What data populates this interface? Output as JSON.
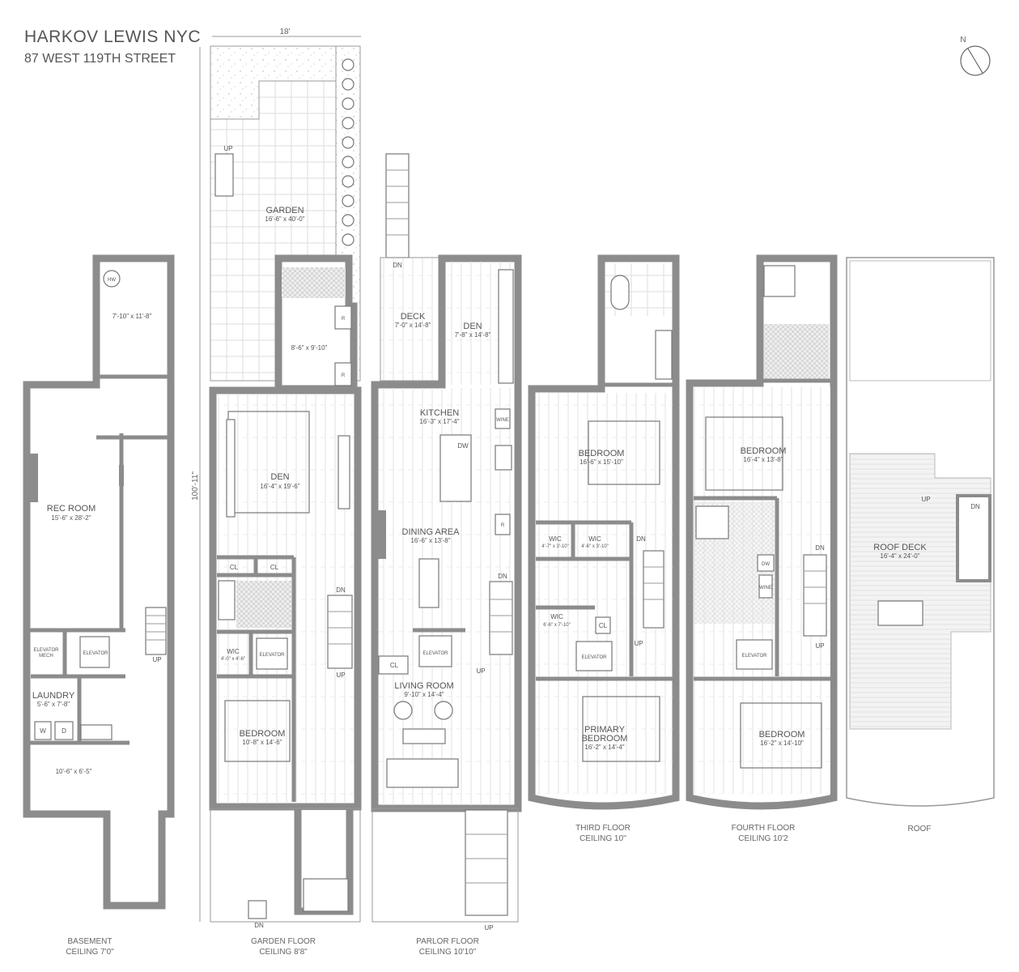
{
  "header": {
    "firm": "HARKOV LEWIS  NYC",
    "address": "87 WEST 119TH STREET"
  },
  "dimensions": {
    "width": "18'",
    "depth": "100'-11\""
  },
  "compass": {
    "label": "N"
  },
  "floors": {
    "basement": {
      "name": "BASEMENT",
      "ceiling": "CEILING 7'0\"",
      "rooms": {
        "storage": {
          "dim": "7'-10\" x 11'-8\""
        },
        "hw": "HW",
        "rec": {
          "name": "REC ROOM",
          "dim": "15'-6\" x 28'-2\""
        },
        "elev_mech": [
          "ELEVATOR",
          "MECH"
        ],
        "elevator": "ELEVATOR",
        "laundry": {
          "name": "LAUNDRY",
          "dim": "5'-6\" x 7'-8\""
        },
        "washer": "W",
        "dryer": "D",
        "front": {
          "dim": "10'-6\" x 6'-5\""
        },
        "up": "UP"
      }
    },
    "garden": {
      "name": "GARDEN FLOOR",
      "ceiling": "CEILING 8'8\"",
      "rooms": {
        "garden": {
          "name": "GARDEN",
          "dim": "16'-6\" x 40'-0\""
        },
        "up_garden": "UP",
        "kitchenette": {
          "dim": "8'-6\" x 9'-10\""
        },
        "r1": "R",
        "r2": "R",
        "den": {
          "name": "DEN",
          "dim": "16'-4\" x 19'-6\""
        },
        "cl1": "CL",
        "cl2": "CL",
        "wic": {
          "name": "WIC",
          "dim": "4'-0\" x 4'-6\""
        },
        "elevator": "ELEVATOR",
        "bedroom": {
          "name": "BEDROOM",
          "dim": "10'-8\" x 14'-6\""
        },
        "dn": "DN",
        "up": "UP",
        "dn_front": "DN"
      }
    },
    "parlor": {
      "name": "PARLOR FLOOR",
      "ceiling": "CEILING 10'10\"",
      "rooms": {
        "deck": {
          "name": "DECK",
          "dim": "7'-0\" x 14'-8\""
        },
        "dn_deck": "DN",
        "den": {
          "name": "DEN",
          "dim": "7'-8\" x 14'-8\""
        },
        "kitchen": {
          "name": "KITCHEN",
          "dim": "16'-3\" x 17'-4\""
        },
        "wine": "WINE",
        "dw": "DW",
        "r": "R",
        "dining": {
          "name": "DINING AREA",
          "dim": "16'-6\" x 13'-8\""
        },
        "elevator": "ELEVATOR",
        "cl": "CL",
        "dn": "DN",
        "up": "UP",
        "living": {
          "name": "LIVING ROOM",
          "dim": "9'-10\" x 14'-4\""
        },
        "up_front": "UP"
      }
    },
    "third": {
      "name": "THIRD FLOOR",
      "ceiling": "CEILING 10''",
      "rooms": {
        "bedroom": {
          "name": "BEDROOM",
          "dim": "16'-6\" x 15'-10\""
        },
        "wic1": {
          "name": "WIC",
          "dim": "4'-7\" x 3'-10\""
        },
        "wic2": {
          "name": "WIC",
          "dim": "4'-6\" x 3'-10\""
        },
        "wic3": {
          "name": "WIC",
          "dim": "6'-6\" x 7'-10\""
        },
        "cl": "CL",
        "elevator": "ELEVATOR",
        "dn": "DN",
        "up": "UP",
        "primary": {
          "name": [
            "PRIMARY",
            "BEDROOM"
          ],
          "dim": "16'-2\" x 14'-4\""
        }
      }
    },
    "fourth": {
      "name": "FOURTH FLOOR",
      "ceiling": "CEILING 10'2",
      "rooms": {
        "bedroom1": {
          "name": "BEDROOM",
          "dim": "16'-4\" x 13'-8\""
        },
        "dw": "DW",
        "wine": "WINE",
        "elevator": "ELEVATOR",
        "dn": "DN",
        "up": "UP",
        "bedroom2": {
          "name": "BEDROOM",
          "dim": "16'-2\" x 14'-10\""
        }
      }
    },
    "roof": {
      "name": "ROOF",
      "rooms": {
        "deck": {
          "name": "ROOF DECK",
          "dim": "16'-4\" x 24'-0\""
        },
        "up": "UP",
        "dn": "DN"
      }
    }
  },
  "colors": {
    "wall": "#8c8c8c",
    "text": "#555555"
  }
}
